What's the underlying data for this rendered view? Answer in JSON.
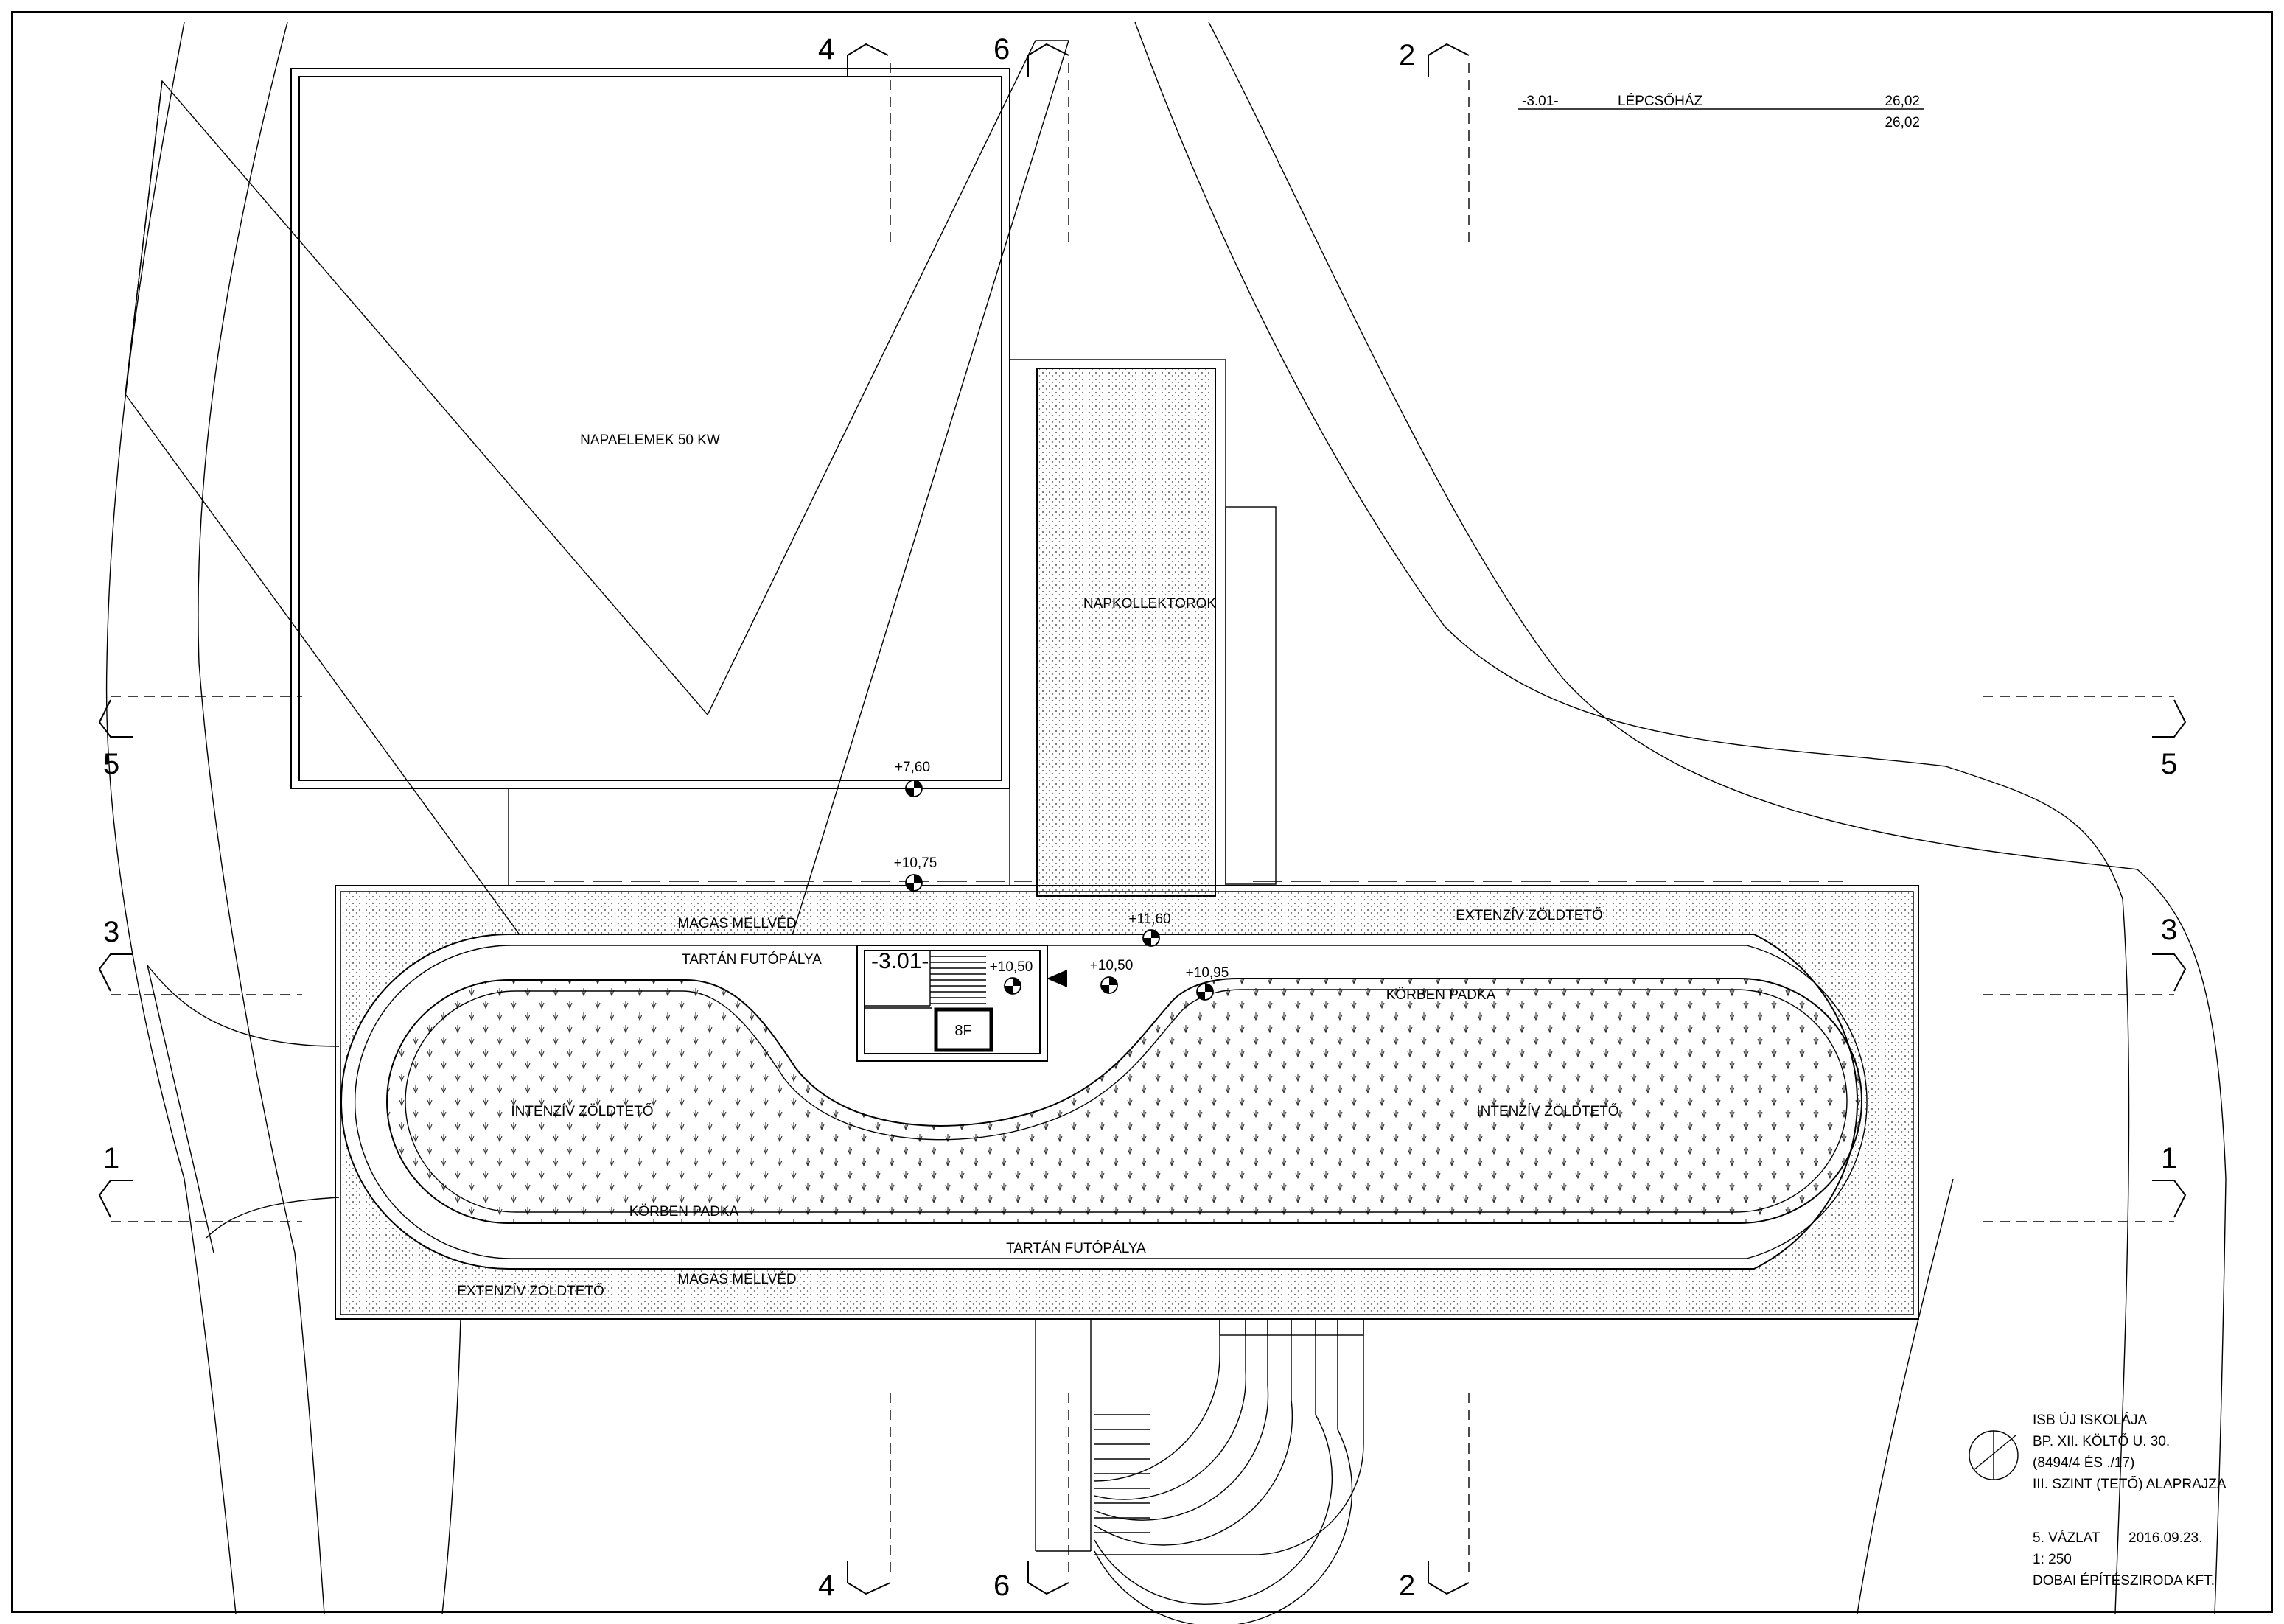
{
  "room_table": {
    "code": "-3.01-",
    "name": "LÉPCSŐHÁZ",
    "area": "26,02",
    "total": "26,02"
  },
  "labels": {
    "solar_panels": "NAPAELEMEK 50 KW",
    "solar_collectors": "NAPKOLLEKTOROK",
    "high_parapet_top": "MAGAS MELLVÉD",
    "high_parapet_bottom": "MAGAS MELLVÉD",
    "extensive_green_top": "EXTENZÍV ZÖLDTETŐ",
    "extensive_green_bottom": "EXTENZÍV ZÖLDTETŐ",
    "tartan_track_top": "TARTÁN FUTÓPÁLYA",
    "tartan_track_bottom": "TARTÁN FUTÓPÁLYA",
    "bench_right": "KÖRBEN PADKA",
    "bench_left": "KÖRBEN PADKA",
    "intensive_green_left": "INTENZÍV ZÖLDTETŐ",
    "intensive_green_right": "INTENZÍV ZÖLDTETŐ",
    "stair_room": "-3.01-",
    "stair_box": "8F"
  },
  "levels": {
    "l760": "+7,60",
    "l1075": "+10,75",
    "l1160": "+11,60",
    "l1050a": "+10,50",
    "l1050b": "+10,50",
    "l1095": "+10,95"
  },
  "sections": {
    "s4_top": "4",
    "s6_top": "6",
    "s2_top": "2",
    "s5_left": "5",
    "s5_right": "5",
    "s3_left": "3",
    "s3_right": "3",
    "s1_left": "1",
    "s1_right": "1",
    "s4_bottom": "4",
    "s6_bottom": "6",
    "s2_bottom": "2"
  },
  "title_block": {
    "line1": "ISB ÚJ ISKOLÁJA",
    "line2": "BP. XII. KÖLTŐ U. 30.",
    "line3": "(8494/4 ÉS ./17)",
    "line4": "III. SZINT (TETŐ) ALAPRAJZA",
    "draft": "5. VÁZLAT",
    "date": "2016.09.23.",
    "scale": "1: 250",
    "office": "DOBAI ÉPÍTÉSZIRODA KFT."
  }
}
